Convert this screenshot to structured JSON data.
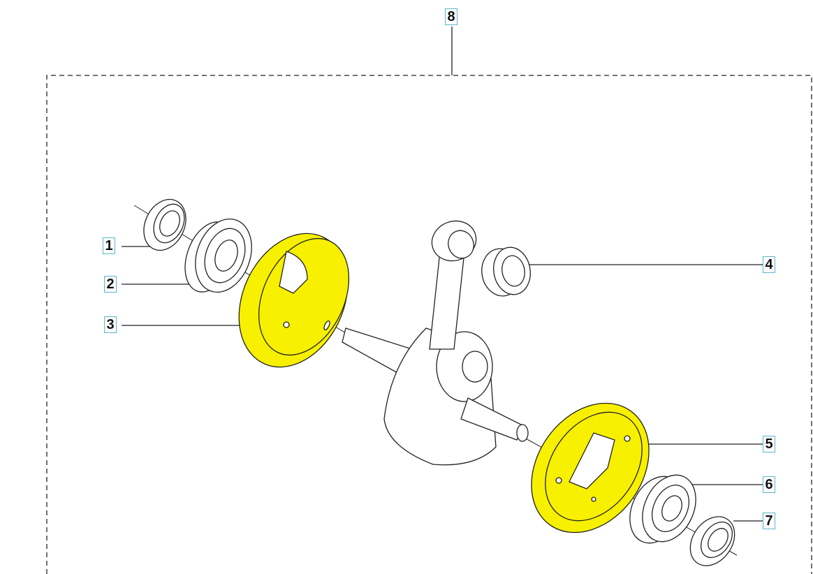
{
  "diagram": {
    "highlight_color": "#f7f000",
    "callouts": [
      {
        "id": "1",
        "label": "1"
      },
      {
        "id": "2",
        "label": "2"
      },
      {
        "id": "3",
        "label": "3"
      },
      {
        "id": "4",
        "label": "4"
      },
      {
        "id": "5",
        "label": "5"
      },
      {
        "id": "6",
        "label": "6"
      },
      {
        "id": "7",
        "label": "7"
      },
      {
        "id": "8",
        "label": "8"
      }
    ]
  }
}
